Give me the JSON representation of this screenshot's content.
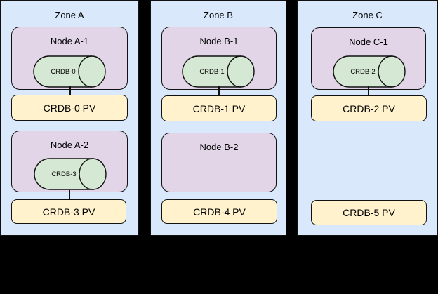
{
  "colors": {
    "background": "#000000",
    "zone_fill": "#dae8fc",
    "node_fill": "#e1d5e7",
    "pod_fill": "#d5e8d4",
    "pv_fill": "#fff2cc",
    "stroke": "#111111"
  },
  "zones": [
    {
      "label": "Zone A",
      "nodes": [
        {
          "label": "Node A-1",
          "cylinder": "CRDB-0",
          "pv": "CRDB-0 PV",
          "connected": true
        },
        {
          "label": "Node A-2",
          "cylinder": "CRDB-3",
          "pv": "CRDB-3 PV",
          "connected": true
        }
      ]
    },
    {
      "label": "Zone B",
      "nodes": [
        {
          "label": "Node B-1",
          "cylinder": "CRDB-1",
          "pv": "CRDB-1 PV",
          "connected": true
        },
        {
          "label": "Node B-2",
          "cylinder": null,
          "pv": "CRDB-4 PV",
          "connected": false
        }
      ]
    },
    {
      "label": "Zone C",
      "nodes": [
        {
          "label": "Node C-1",
          "cylinder": "CRDB-2",
          "pv": "CRDB-2 PV",
          "connected": true
        },
        {
          "label": null,
          "cylinder": null,
          "pv": "CRDB-5 PV",
          "connected": false
        }
      ]
    }
  ]
}
